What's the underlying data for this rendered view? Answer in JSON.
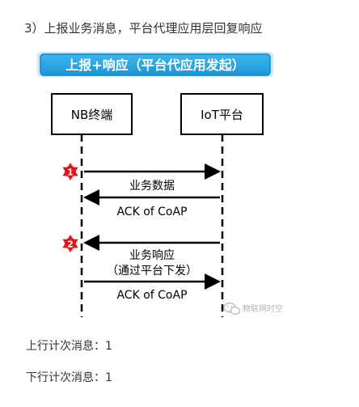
{
  "heading": "3）上报业务消息，平台代理应用层回复响应",
  "diagram": {
    "banner": "上报+响应（平台代应用发起）",
    "lane_left": "NB终端",
    "lane_right": "IoT平台",
    "step1_badge": "1",
    "step2_badge": "2",
    "msg1": "业务数据",
    "msg2": "ACK of CoAP",
    "msg3_line1": "业务响应",
    "msg3_line2": "（通过平台下发）",
    "msg4": "ACK of CoAP",
    "watermark": "物联网时空"
  },
  "stats": {
    "uplink": "上行计次消息：1",
    "downlink": "下行计次消息：1"
  },
  "colors": {
    "banner_fill": "#1fa3e0",
    "banner_border": "#0d86c9",
    "badge": "#e0161b",
    "line": "#000000"
  }
}
